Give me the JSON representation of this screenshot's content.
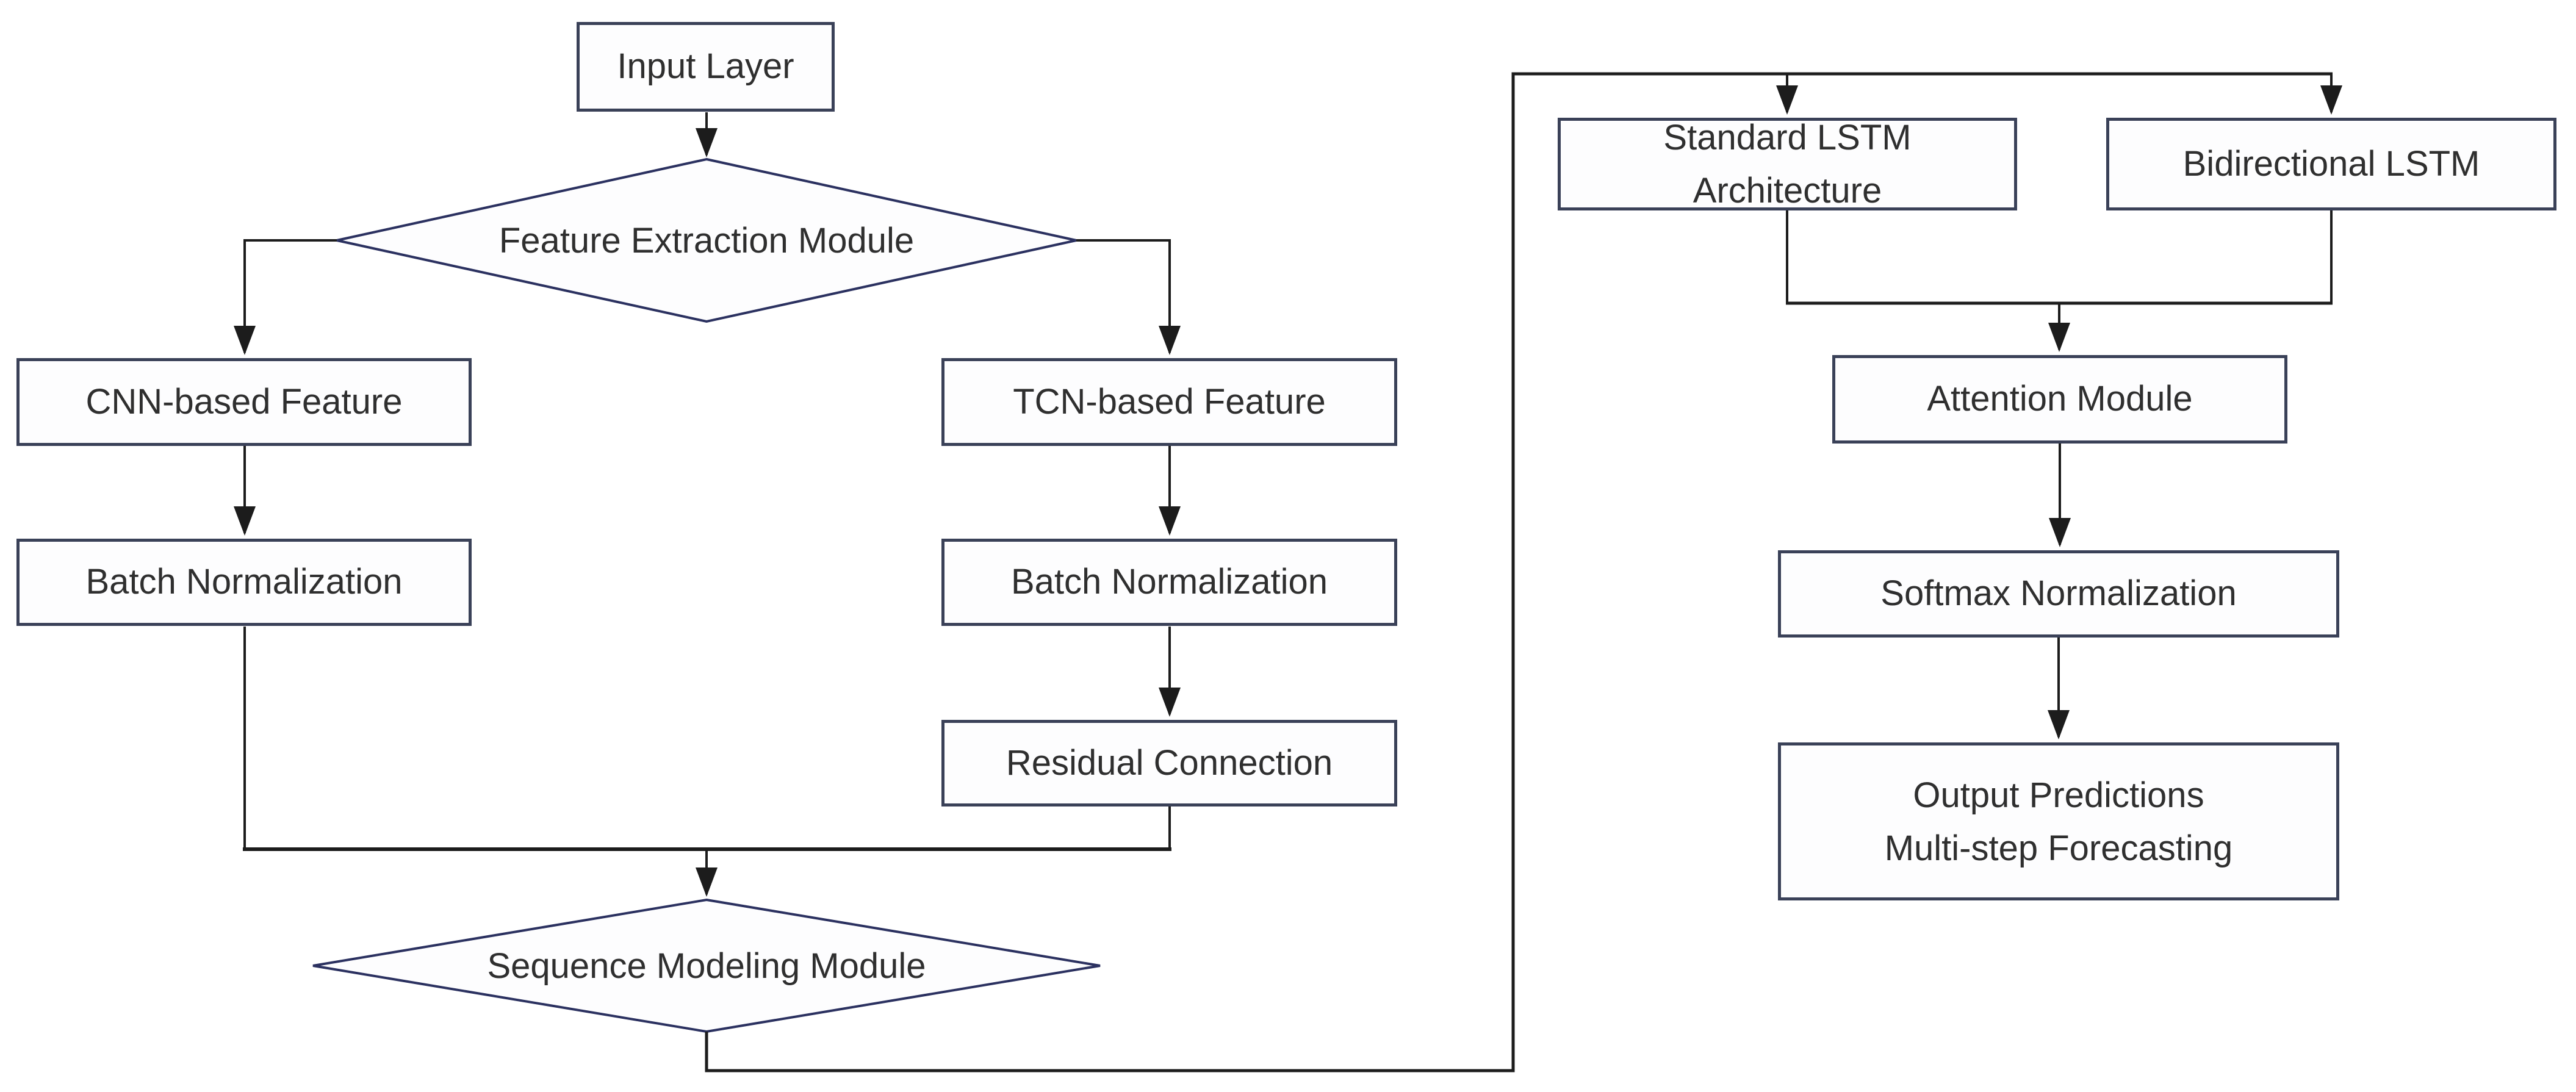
{
  "diagram": {
    "type": "flowchart",
    "description_visible_text_only": true
  },
  "colors": {
    "background": "#ffffff",
    "box_border": "#3a4158",
    "diamond_border": "#2b3160",
    "line": "#1c1c1c",
    "text": "#2f2f2f",
    "box_fill": "#fdfdfe"
  },
  "nodes": {
    "input_layer": {
      "label": "Input Layer",
      "shape": "rect"
    },
    "feature_extraction": {
      "label": "Feature Extraction Module",
      "shape": "diamond"
    },
    "cnn_feature": {
      "label": "CNN-based Feature",
      "shape": "rect"
    },
    "batch_norm_left": {
      "label": "Batch Normalization",
      "shape": "rect"
    },
    "tcn_feature": {
      "label": "TCN-based Feature",
      "shape": "rect"
    },
    "batch_norm_right": {
      "label": "Batch Normalization",
      "shape": "rect"
    },
    "residual": {
      "label": "Residual Connection",
      "shape": "rect"
    },
    "sequence_modeling": {
      "label": "Sequence Modeling Module",
      "shape": "diamond"
    },
    "standard_lstm": {
      "line1": "Standard LSTM",
      "line2": "Architecture",
      "shape": "rect"
    },
    "bidirectional_lstm": {
      "label": "Bidirectional LSTM",
      "shape": "rect"
    },
    "attention": {
      "label": "Attention Module",
      "shape": "rect"
    },
    "softmax": {
      "label": "Softmax Normalization",
      "shape": "rect"
    },
    "output": {
      "line1": "Output Predictions",
      "line2": "Multi-step Forecasting",
      "shape": "rect"
    }
  },
  "edges": [
    {
      "from": "Input Layer",
      "to": "Feature Extraction Module",
      "arrow": true
    },
    {
      "from": "Feature Extraction Module",
      "to": "CNN-based Feature",
      "arrow": true
    },
    {
      "from": "Feature Extraction Module",
      "to": "TCN-based Feature",
      "arrow": true
    },
    {
      "from": "CNN-based Feature",
      "to": "Batch Normalization (left)",
      "arrow": true
    },
    {
      "from": "TCN-based Feature",
      "to": "Batch Normalization (right)",
      "arrow": true
    },
    {
      "from": "Batch Normalization (right)",
      "to": "Residual Connection",
      "arrow": true
    },
    {
      "from": "Batch Normalization (left)",
      "to": "Sequence Modeling Module",
      "arrow": true
    },
    {
      "from": "Residual Connection",
      "to": "Sequence Modeling Module",
      "arrow": true
    },
    {
      "from": "Sequence Modeling Module",
      "to": "Standard LSTM Architecture",
      "arrow": true
    },
    {
      "from": "Sequence Modeling Module",
      "to": "Bidirectional LSTM",
      "arrow": true
    },
    {
      "from": "Standard LSTM Architecture",
      "to": "Attention Module",
      "arrow": true
    },
    {
      "from": "Bidirectional LSTM",
      "to": "Attention Module",
      "arrow": true
    },
    {
      "from": "Attention Module",
      "to": "Softmax Normalization",
      "arrow": true
    },
    {
      "from": "Softmax Normalization",
      "to": "Output Predictions Multi-step Forecasting",
      "arrow": true
    }
  ]
}
